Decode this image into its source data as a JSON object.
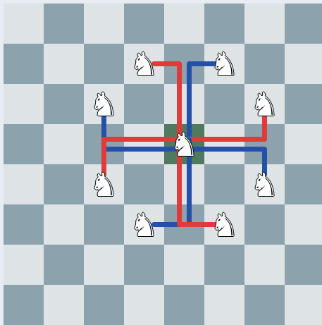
{
  "board": {
    "files": 8,
    "ranks": 8,
    "light_color": "#dee3e6",
    "dark_color": "#8ca2ad",
    "highlight_color": "#4f7a60",
    "highlight_square": {
      "col": 4,
      "row": 3
    }
  },
  "center_knight": {
    "col": 4,
    "row": 3,
    "glyph": "♞",
    "icon": "white-knight-icon"
  },
  "target_knights": [
    {
      "col": 3,
      "row": 1,
      "glyph": "♞",
      "icon": "white-knight-icon"
    },
    {
      "col": 5,
      "row": 1,
      "glyph": "♞",
      "icon": "white-knight-icon"
    },
    {
      "col": 2,
      "row": 2,
      "glyph": "♞",
      "icon": "white-knight-icon"
    },
    {
      "col": 6,
      "row": 2,
      "glyph": "♞",
      "icon": "white-knight-icon"
    },
    {
      "col": 2,
      "row": 4,
      "glyph": "♞",
      "icon": "white-knight-icon"
    },
    {
      "col": 6,
      "row": 4,
      "glyph": "♞",
      "icon": "white-knight-icon"
    },
    {
      "col": 3,
      "row": 5,
      "glyph": "♞",
      "icon": "white-knight-icon"
    },
    {
      "col": 5,
      "row": 5,
      "glyph": "♞",
      "icon": "white-knight-icon"
    }
  ],
  "move_paths": [
    {
      "color": "#e03a3a",
      "to": {
        "col": 3,
        "row": 1
      },
      "dir": "vertical-first"
    },
    {
      "color": "#2450a8",
      "to": {
        "col": 5,
        "row": 1
      },
      "dir": "vertical-first"
    },
    {
      "color": "#2450a8",
      "to": {
        "col": 2,
        "row": 2
      },
      "dir": "horizontal-first"
    },
    {
      "color": "#e03a3a",
      "to": {
        "col": 6,
        "row": 2
      },
      "dir": "horizontal-first"
    },
    {
      "color": "#e03a3a",
      "to": {
        "col": 2,
        "row": 4
      },
      "dir": "horizontal-first"
    },
    {
      "color": "#2450a8",
      "to": {
        "col": 6,
        "row": 4
      },
      "dir": "horizontal-first"
    },
    {
      "color": "#2450a8",
      "to": {
        "col": 3,
        "row": 5
      },
      "dir": "vertical-first"
    },
    {
      "color": "#e03a3a",
      "to": {
        "col": 5,
        "row": 5
      },
      "dir": "vertical-first"
    }
  ]
}
